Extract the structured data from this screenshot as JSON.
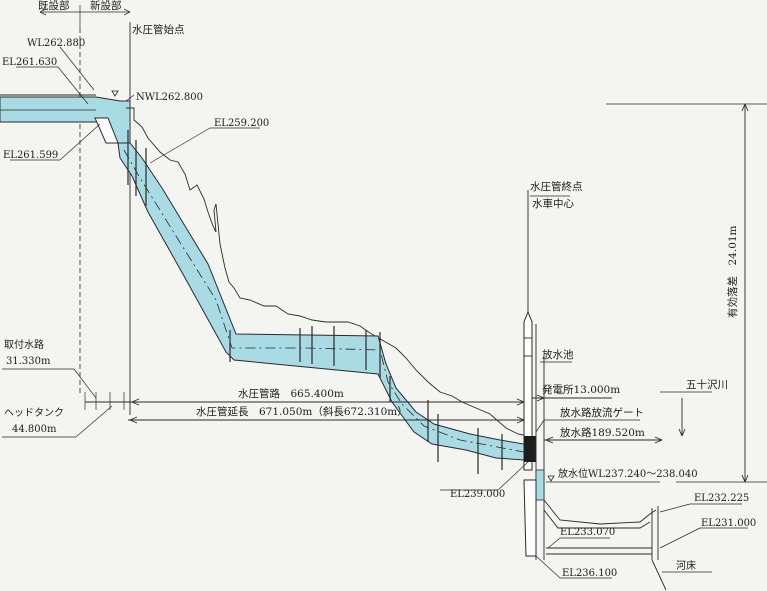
{
  "labels": {
    "existing_section": "既設部",
    "new_section": "新設部",
    "penstock_start": "水圧管始点",
    "wl_top": "WL262.880",
    "el_261_630": "EL261.630",
    "nwl": "NWL262.800",
    "el_259_200": "EL259.200",
    "el_261_599": "EL261.599",
    "penstock_end": "水圧管終点",
    "turbine_center": "水車中心",
    "effective_head": "有効落差　24.01m",
    "intake_channel": "取付水路",
    "intake_channel_len": "31.330m",
    "head_tank": "ヘッドタンク",
    "head_tank_len": "44.800m",
    "penstock": "水圧管路　665.400m",
    "penstock_total": "水圧管延長　671.050m（斜長672.310m）",
    "tailrace_pond": "放水池",
    "powerhouse": "発電所13.000m",
    "tailrace_gate": "放水路放流ゲート",
    "tailrace": "放水路189.520m",
    "river": "五十沢川",
    "tail_wl": "放水位WL237.240～238.040",
    "el_239_000": "EL239.000",
    "el_232_225": "EL232.225",
    "el_231_000": "EL231.000",
    "el_233_070": "EL233.070",
    "riverbed": "河床",
    "el_236_100": "EL236.100"
  },
  "colors": {
    "water": "#a9dbe4",
    "line": "#2a2a2a",
    "background": "#f4f4f1"
  }
}
